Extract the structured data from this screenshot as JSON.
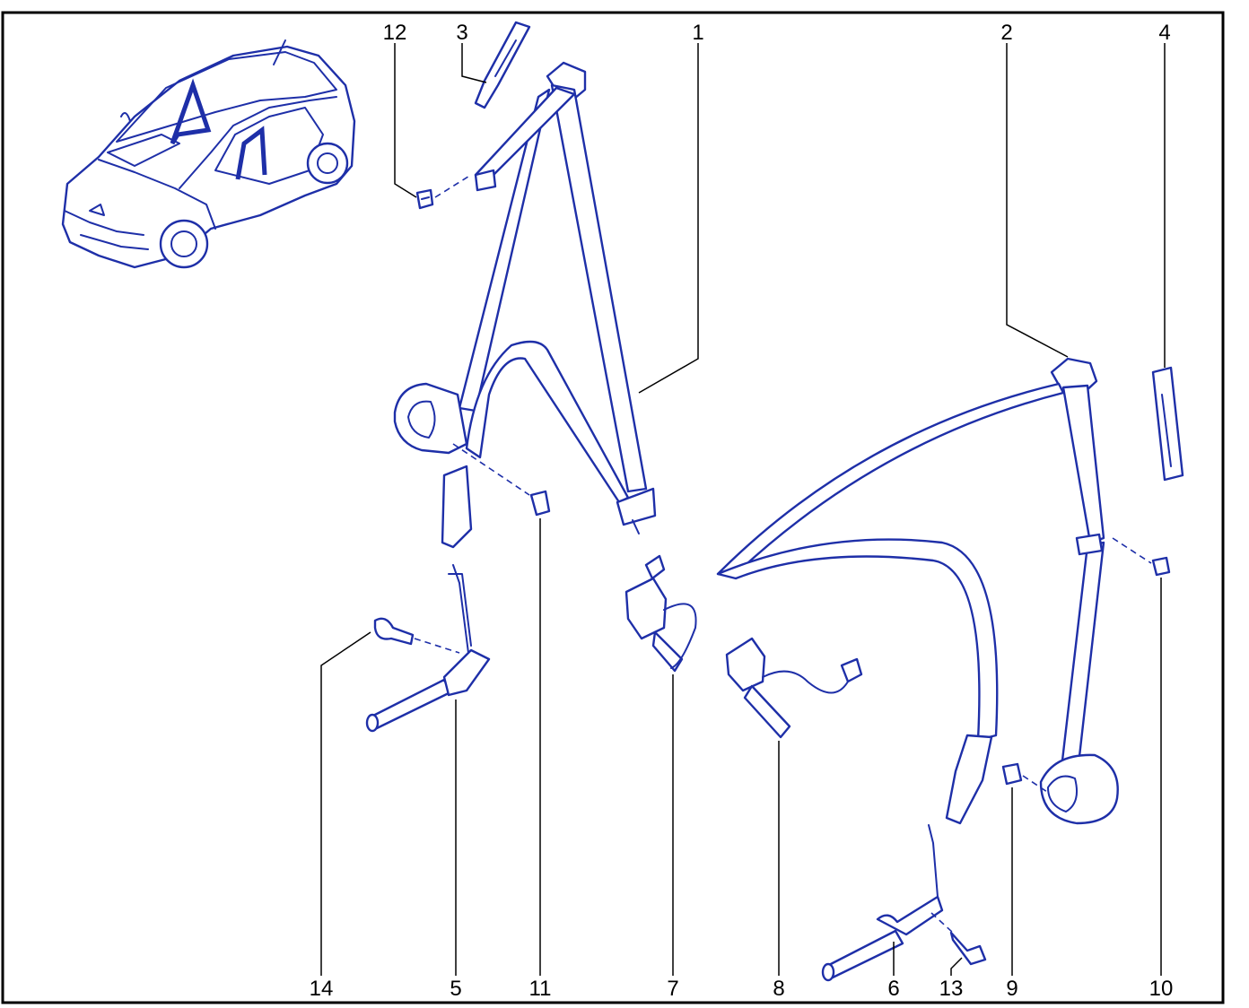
{
  "diagram": {
    "labels": [
      {
        "id": "12",
        "text": "12"
      },
      {
        "id": "3",
        "text": "3"
      },
      {
        "id": "1",
        "text": "1"
      },
      {
        "id": "2",
        "text": "2"
      },
      {
        "id": "4",
        "text": "4"
      },
      {
        "id": "14",
        "text": "14"
      },
      {
        "id": "5",
        "text": "5"
      },
      {
        "id": "11",
        "text": "11"
      },
      {
        "id": "7",
        "text": "7"
      },
      {
        "id": "8",
        "text": "8"
      },
      {
        "id": "6",
        "text": "6"
      },
      {
        "id": "13",
        "text": "13"
      },
      {
        "id": "9",
        "text": "9"
      },
      {
        "id": "10",
        "text": "10"
      }
    ],
    "colors": {
      "line_art": "#1e2fa8",
      "frame": "#000000",
      "leader": "#000000"
    }
  }
}
